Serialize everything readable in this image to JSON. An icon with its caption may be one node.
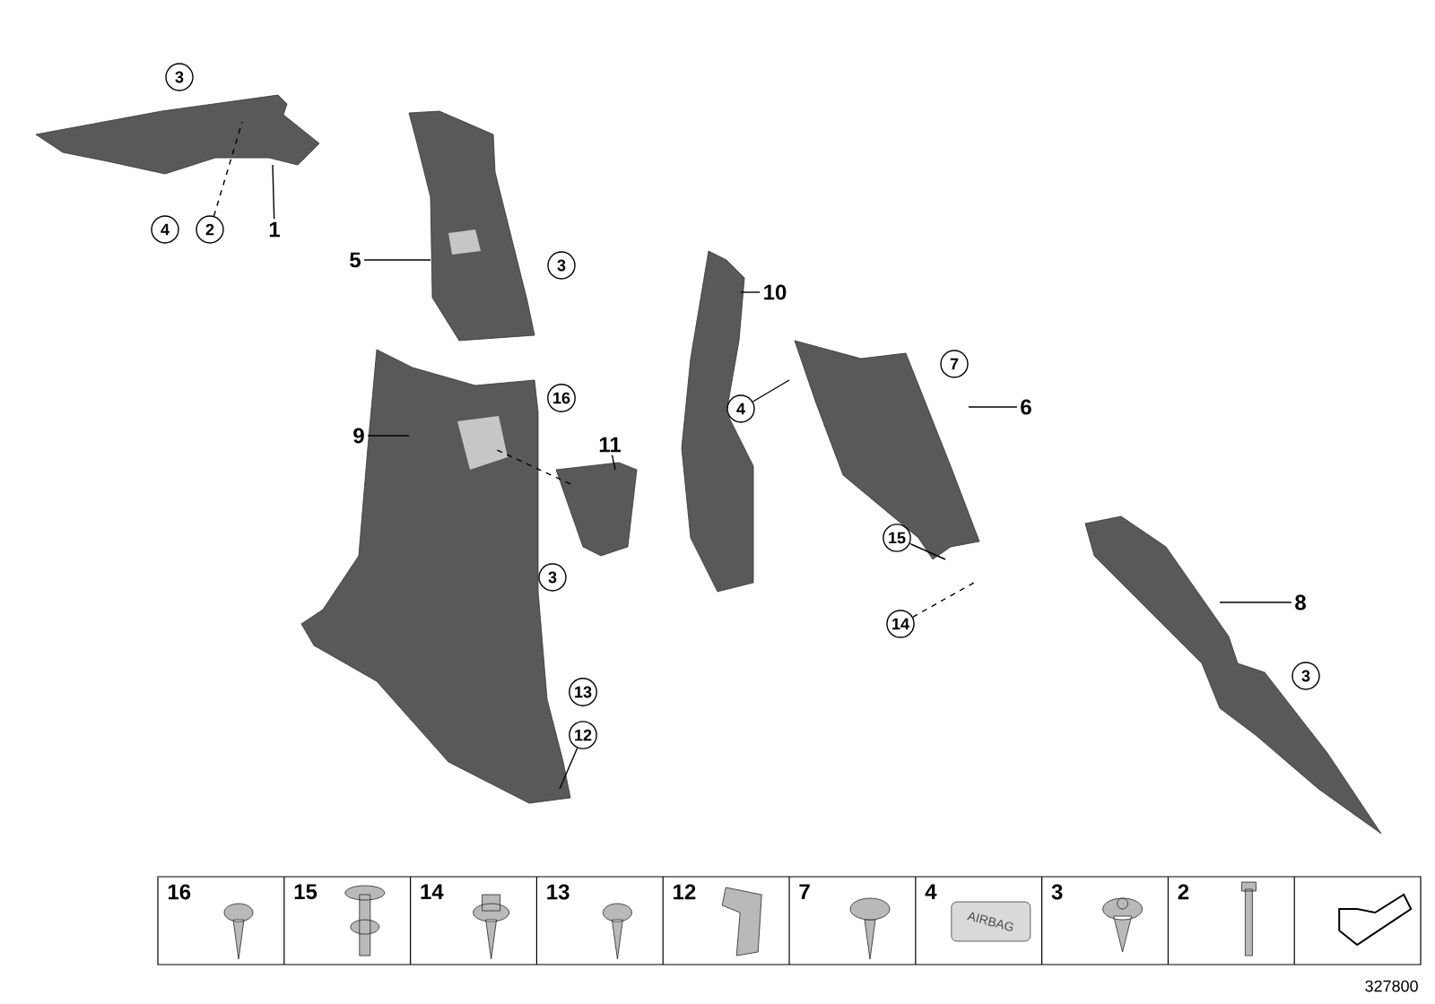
{
  "diagram": {
    "nodes": [
      {
        "text": [],
        "shape": "picture"
      },
      {
        "text": [],
        "shape": "picture"
      },
      {
        "text": [],
        "shape": "picture"
      },
      {
        "text": [],
        "shape": "picture"
      },
      {
        "text": [],
        "shape": "picture"
      },
      {
        "text": [],
        "shape": "picture"
      },
      {
        "text": [],
        "shape": "picture"
      },
      {
        "text": [
          "1"
        ]
      },
      {
        "text": [
          "2"
        ]
      },
      {
        "text": [
          "5"
        ]
      },
      {
        "text": [
          "9"
        ]
      },
      {
        "text": [
          "11"
        ]
      },
      {
        "text": [
          "10"
        ]
      },
      {
        "text": [
          "4"
        ]
      },
      {
        "text": [
          "6"
        ]
      },
      {
        "text": [
          "15"
        ]
      },
      {
        "text": [
          "14"
        ]
      },
      {
        "text": [
          "8"
        ]
      },
      {
        "text": [
          "12"
        ]
      },
      {
        "text": [
          "3"
        ]
      },
      {
        "text": [
          "4"
        ]
      },
      {
        "text": [
          "3"
        ]
      },
      {
        "text": [
          "16"
        ]
      },
      {
        "text": [
          "3"
        ]
      },
      {
        "text": [
          "7"
        ]
      },
      {
        "text": [
          "13"
        ]
      },
      {
        "text": [
          "3"
        ]
      }
    ],
    "edges": [
      {
        "from": 7,
        "to": 0,
        "arrow": "none"
      },
      {
        "from": 8,
        "to": 0,
        "arrow": "none",
        "style": "dashed"
      },
      {
        "from": 9,
        "to": 1,
        "arrow": "none"
      },
      {
        "from": 10,
        "to": 2,
        "arrow": "none"
      },
      {
        "from": 11,
        "to": 3,
        "arrow": "none"
      },
      {
        "from": 12,
        "to": 4,
        "arrow": "none"
      },
      {
        "from": 13,
        "to": 5,
        "arrow": "none"
      },
      {
        "from": 14,
        "to": 5,
        "arrow": "none"
      },
      {
        "from": 15,
        "to": 5,
        "arrow": "none"
      },
      {
        "from": 16,
        "to": 5,
        "arrow": "none",
        "style": "dashed"
      },
      {
        "from": 17,
        "to": 6,
        "arrow": "none"
      },
      {
        "from": 18,
        "to": 2,
        "arrow": "none"
      },
      {
        "from": 3,
        "to": 2,
        "arrow": "none",
        "style": "dashed"
      }
    ],
    "labels": [
      "16",
      "15",
      "14",
      "13",
      "12",
      "7",
      "4",
      "AIRBAG",
      "3",
      "2",
      "327800"
    ]
  }
}
